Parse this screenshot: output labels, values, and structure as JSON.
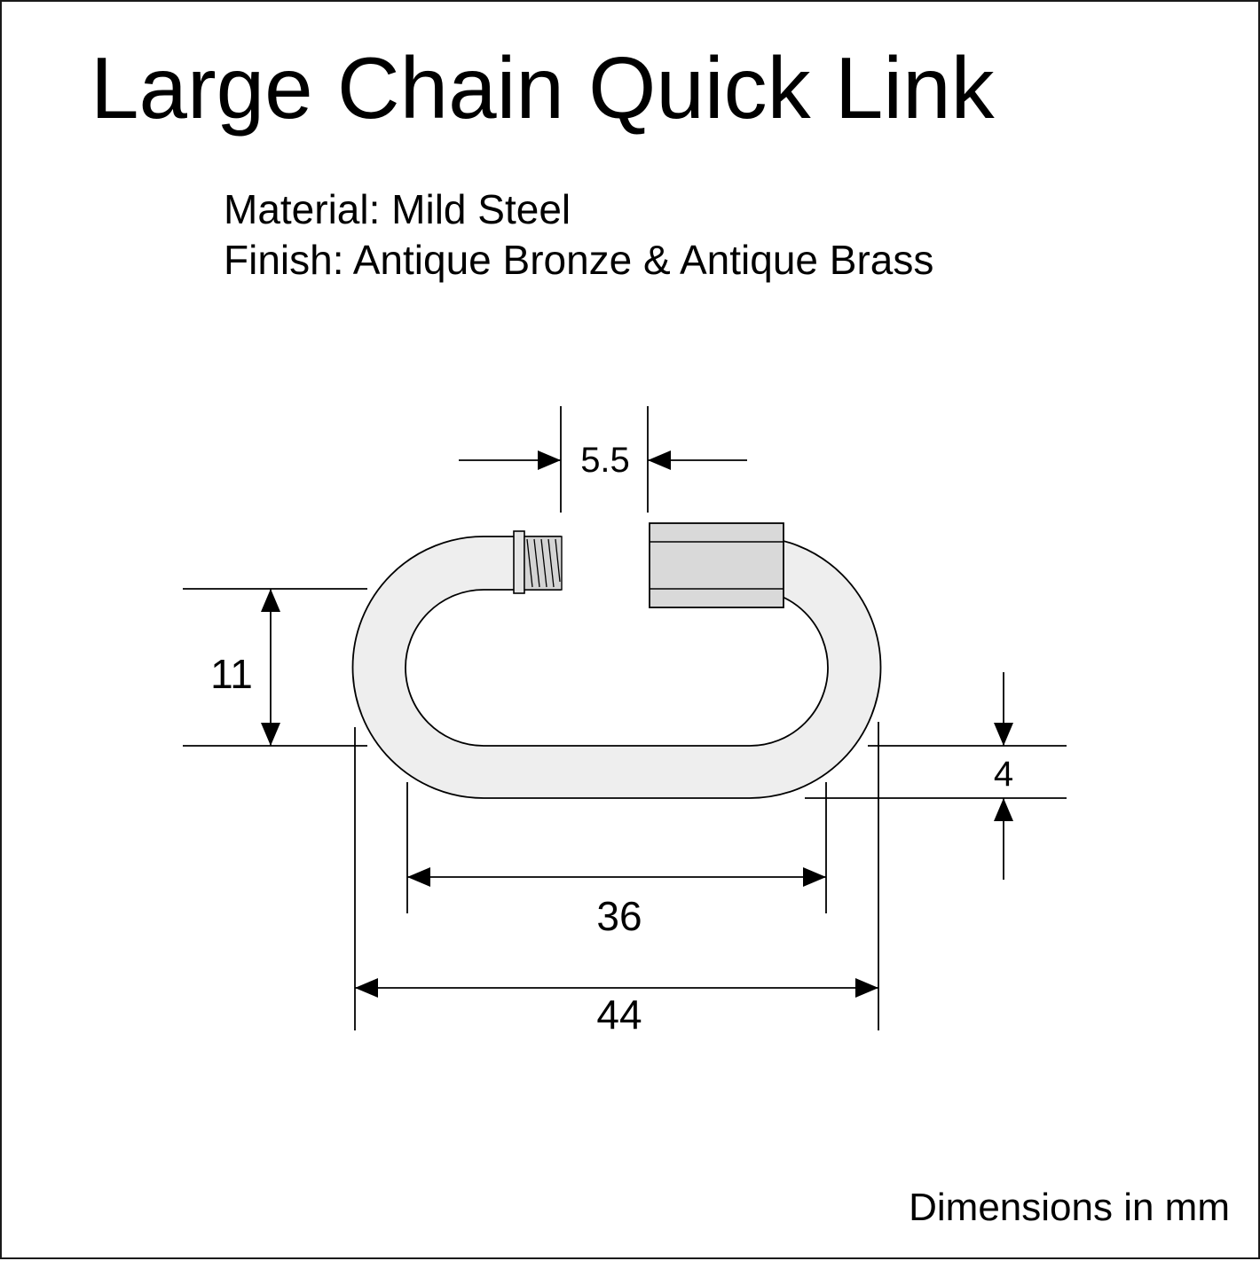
{
  "title": "Large Chain Quick Link",
  "specs": {
    "material": "Material: Mild Steel",
    "finish": "Finish: Antique Bronze & Antique Brass"
  },
  "dimensions": {
    "gap_opening": "5.5",
    "inner_height": "11",
    "wire_thickness": "4",
    "inner_length": "36",
    "overall_length": "44"
  },
  "units_note": "Dimensions in mm",
  "colors": {
    "link_fill": "#eeeeee",
    "sleeve_fill": "#d9d9d9",
    "thread_fill": "#d4d4d4",
    "line": "#000000"
  }
}
